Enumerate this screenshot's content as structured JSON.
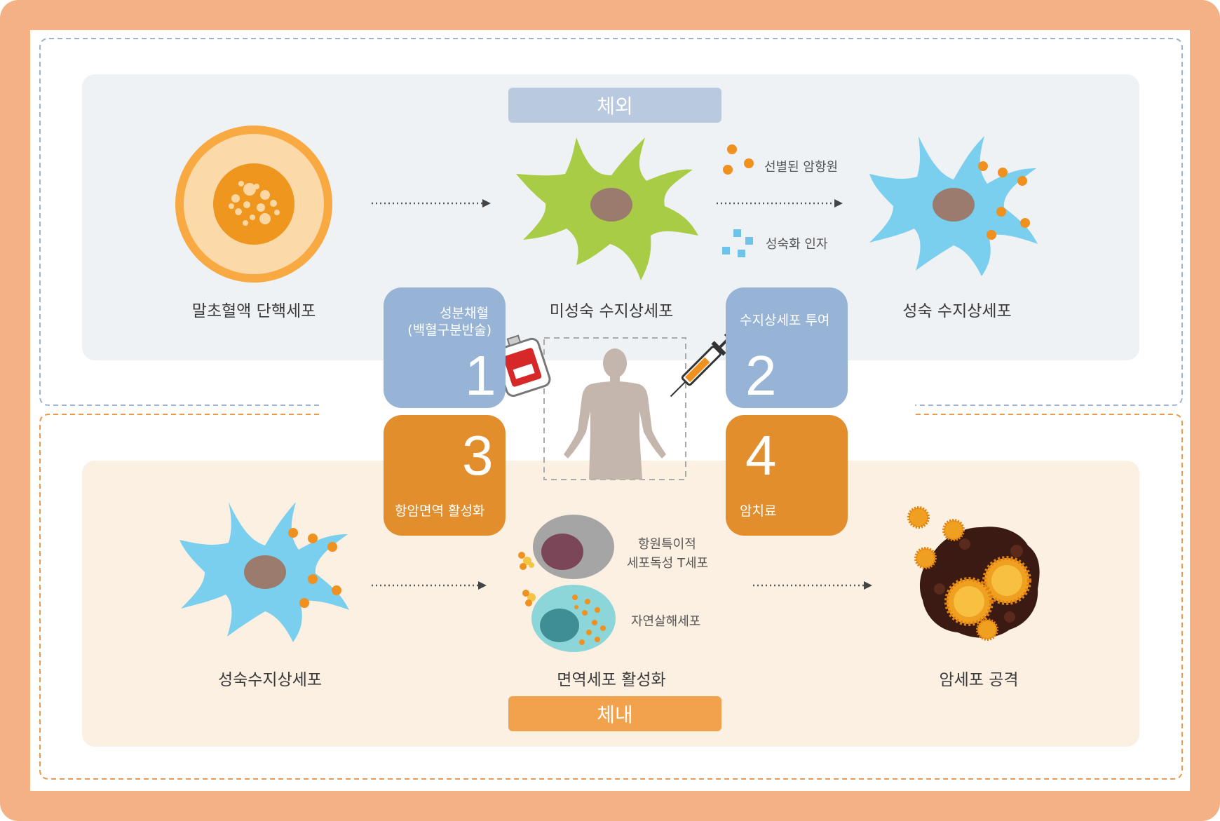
{
  "colors": {
    "frame": "#f4b186",
    "invitro_bg": "#eff2f5",
    "invivo_bg": "#fcf0e2",
    "invitro_badge": "#b8c9e0",
    "invivo_badge": "#f2a24d",
    "step_blue": "#97b4d7",
    "step_orange": "#e38e2c",
    "immature_dc": "#a9cc47",
    "mature_dc": "#7bcfee",
    "nucleus": "#9a7b6e",
    "antigen": "#f0901f",
    "maturation_factor": "#6fc2ea"
  },
  "sections": {
    "invitro": "체외",
    "invivo": "체내"
  },
  "invitro": {
    "cell1": "말초혈액 단핵세포",
    "cell2": "미성숙 수지상세포",
    "cell3": "성숙 수지상세포",
    "legend_antigen": "선별된 암항원",
    "legend_factor": "성숙화 인자"
  },
  "steps": [
    {
      "num": "1",
      "line1": "성분채혈",
      "line2": "(백혈구분반술)"
    },
    {
      "num": "2",
      "line1": "수지상세포 투여"
    },
    {
      "num": "3",
      "line1": "항암면역 활성화"
    },
    {
      "num": "4",
      "line1": "암치료"
    }
  ],
  "invivo": {
    "cell1": "성숙수지상세포",
    "cell2": "면역세포 활성화",
    "cell3": "암세포 공격",
    "tcell_line1": "항원특이적",
    "tcell_line2": "세포독성 T세포",
    "nk": "자연살해세포"
  },
  "icons": {
    "blood_bag": "blood-bag-icon",
    "syringe": "syringe-icon",
    "human": "human-body-icon"
  }
}
